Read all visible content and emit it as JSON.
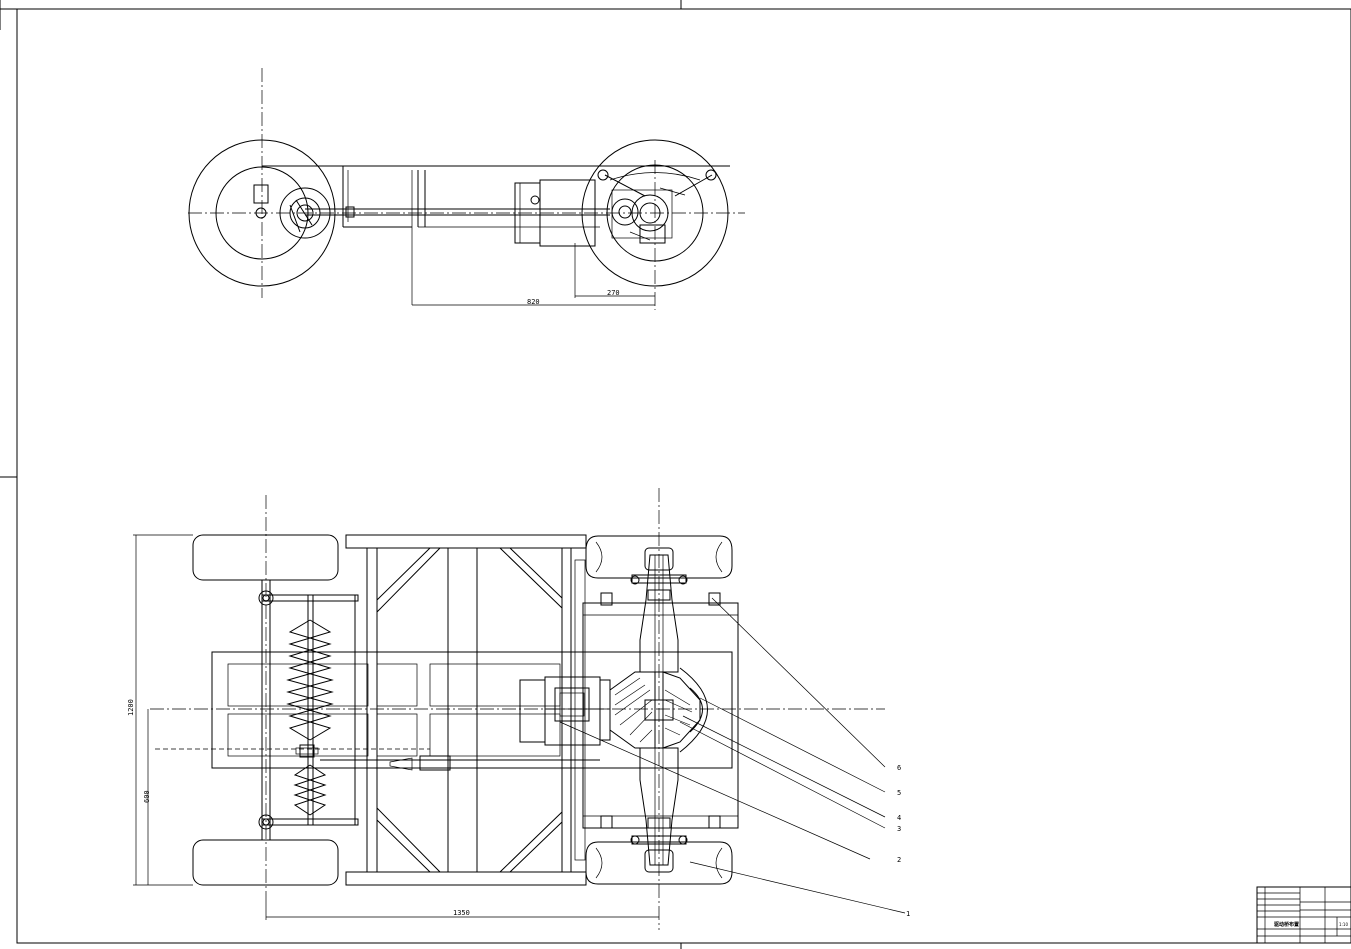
{
  "dimensions": {
    "side_view_overall": "820",
    "side_view_offset": "270",
    "plan_track": "1200",
    "plan_half_track": "600",
    "plan_wheelbase": "1350"
  },
  "callouts": [
    "1",
    "2",
    "3",
    "4",
    "5",
    "6"
  ],
  "title_block": {
    "drawing_title": "驱动桥布置",
    "scale": "1:10"
  }
}
